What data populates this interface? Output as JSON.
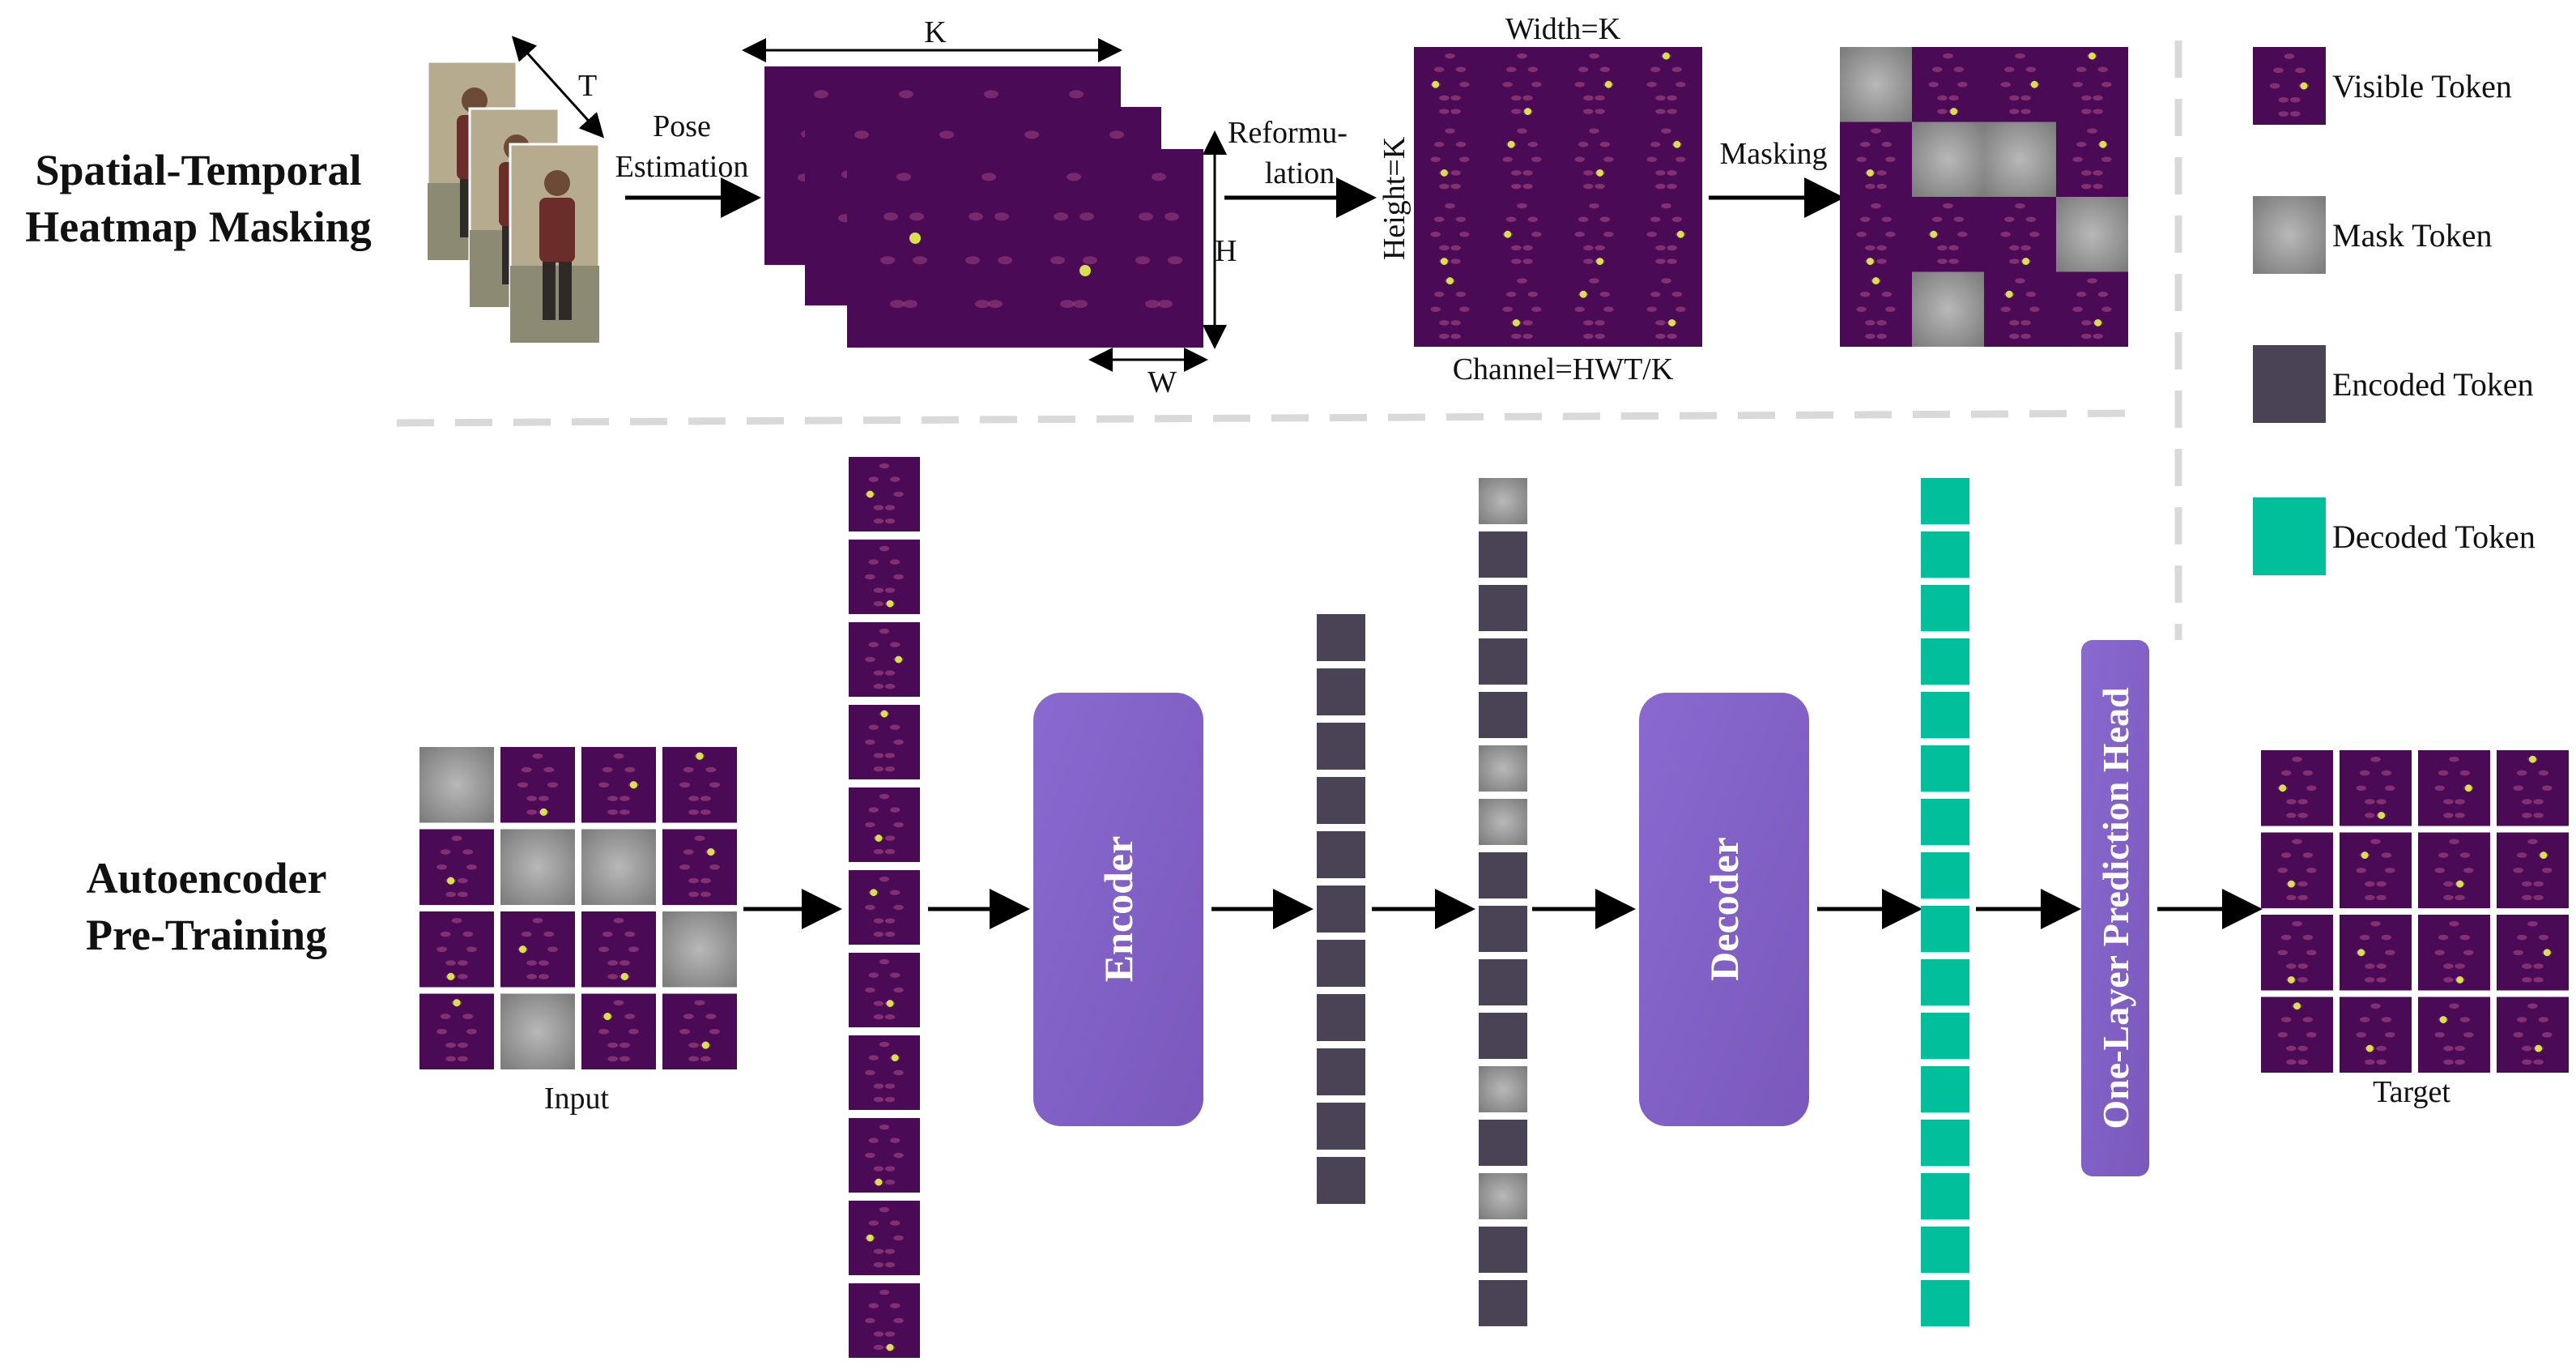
{
  "sections": {
    "top_title_line1": "Spatial-Temporal",
    "top_title_line2": "Heatmap Masking",
    "bottom_title_line1": "Autoencoder",
    "bottom_title_line2": "Pre-Training"
  },
  "top_flow": {
    "frames_axis_label": "T",
    "pose_label_line1": "Pose",
    "pose_label_line2": "Estimation",
    "heatmap_k_label": "K",
    "heatmap_h_label": "H",
    "heatmap_w_label": "W",
    "reform_label_line1": "Reformu-",
    "reform_label_line2": "lation",
    "grid_width_label": "Width=K",
    "grid_height_label": "Height=K",
    "grid_channel_label": "Channel=HWT/K",
    "masking_label": "Masking",
    "masked_cells": [
      [
        0,
        0
      ],
      [
        1,
        1
      ],
      [
        1,
        2
      ],
      [
        2,
        3
      ],
      [
        3,
        1
      ]
    ]
  },
  "legend": [
    {
      "label": "Visible Token",
      "kind": "visible"
    },
    {
      "label": "Mask Token",
      "kind": "mask"
    },
    {
      "label": "Encoded Token",
      "kind": "encoded"
    },
    {
      "label": "Decoded Token",
      "kind": "decoded"
    }
  ],
  "bottom_flow": {
    "input_label": "Input",
    "input_masked_cells": [
      [
        0,
        0
      ],
      [
        1,
        1
      ],
      [
        1,
        2
      ],
      [
        2,
        3
      ],
      [
        3,
        1
      ]
    ],
    "visible_token_count": 11,
    "encoder_label": "Encoder",
    "encoded_token_count": 11,
    "combined_token_kinds": [
      "mask",
      "encoded",
      "encoded",
      "encoded",
      "encoded",
      "mask",
      "mask",
      "encoded",
      "encoded",
      "encoded",
      "encoded",
      "mask",
      "encoded",
      "mask",
      "encoded",
      "encoded"
    ],
    "decoder_label": "Decoder",
    "decoded_token_count": 16,
    "head_label": "One-Layer Prediction Head",
    "target_label": "Target"
  },
  "colors": {
    "visible": "#4b0a55",
    "visible_dot": "#b0508a",
    "hot_dot": "#d8e04a",
    "mask": "#9a9a9a",
    "encoded": "#4a4355",
    "decoded": "#00bf9a",
    "block": "#8362c4",
    "dash": "#d9d9d9",
    "photo_shirt": "#6b2d2a",
    "photo_bg": "#8c8a72"
  }
}
